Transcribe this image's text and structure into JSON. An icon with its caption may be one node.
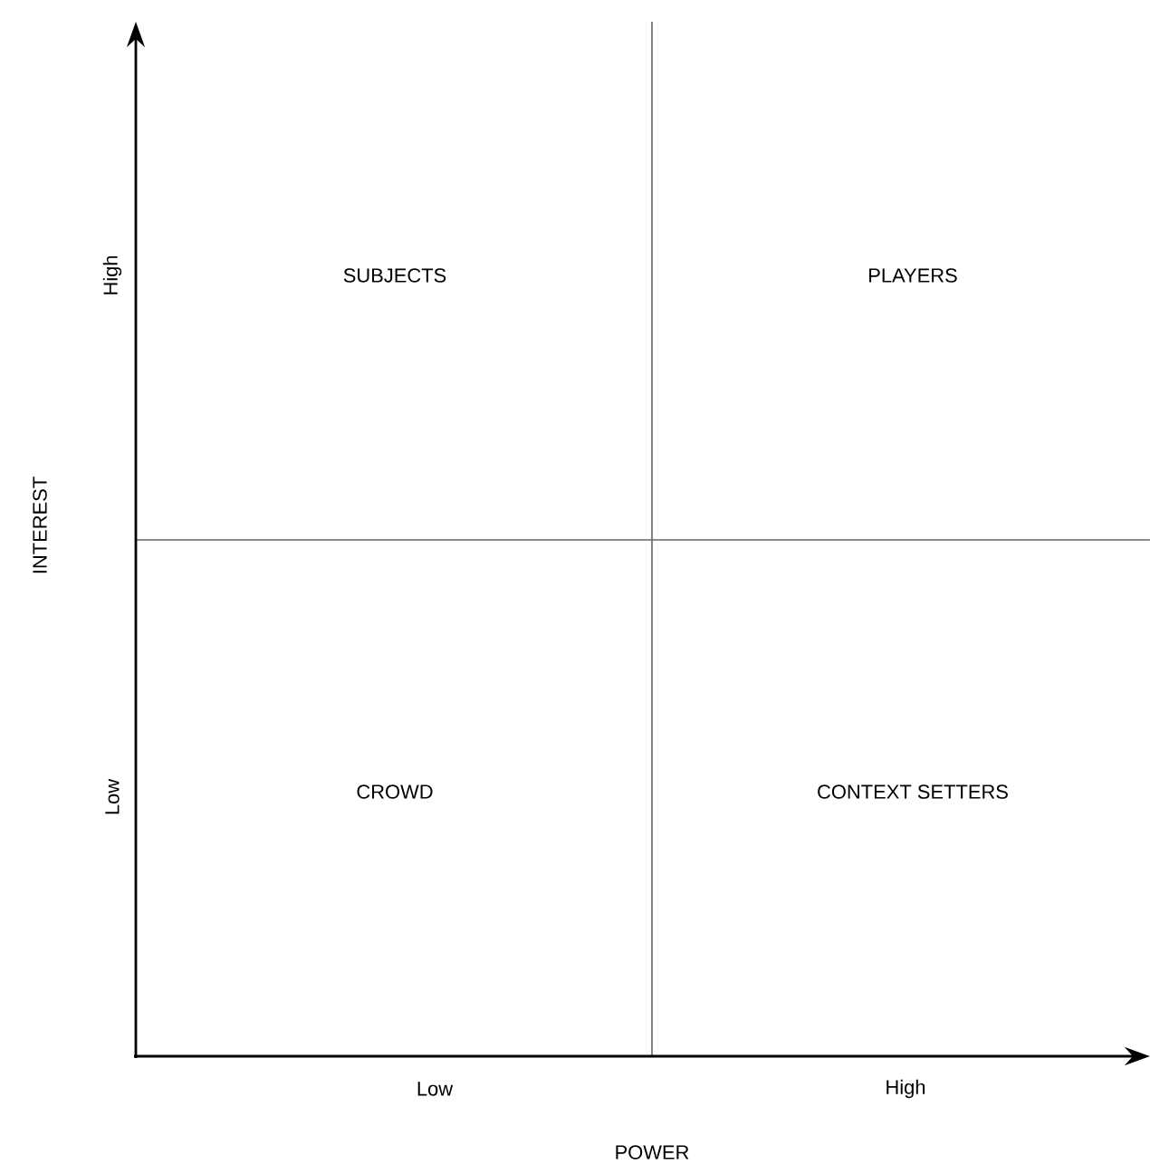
{
  "diagram": {
    "labels": [
      "High",
      "SUBJECTS",
      "PLAYERS",
      "INTEREST",
      "Low",
      "CROWD",
      "CONTEXT SETTERS",
      "Low",
      "High",
      "POWER"
    ]
  }
}
